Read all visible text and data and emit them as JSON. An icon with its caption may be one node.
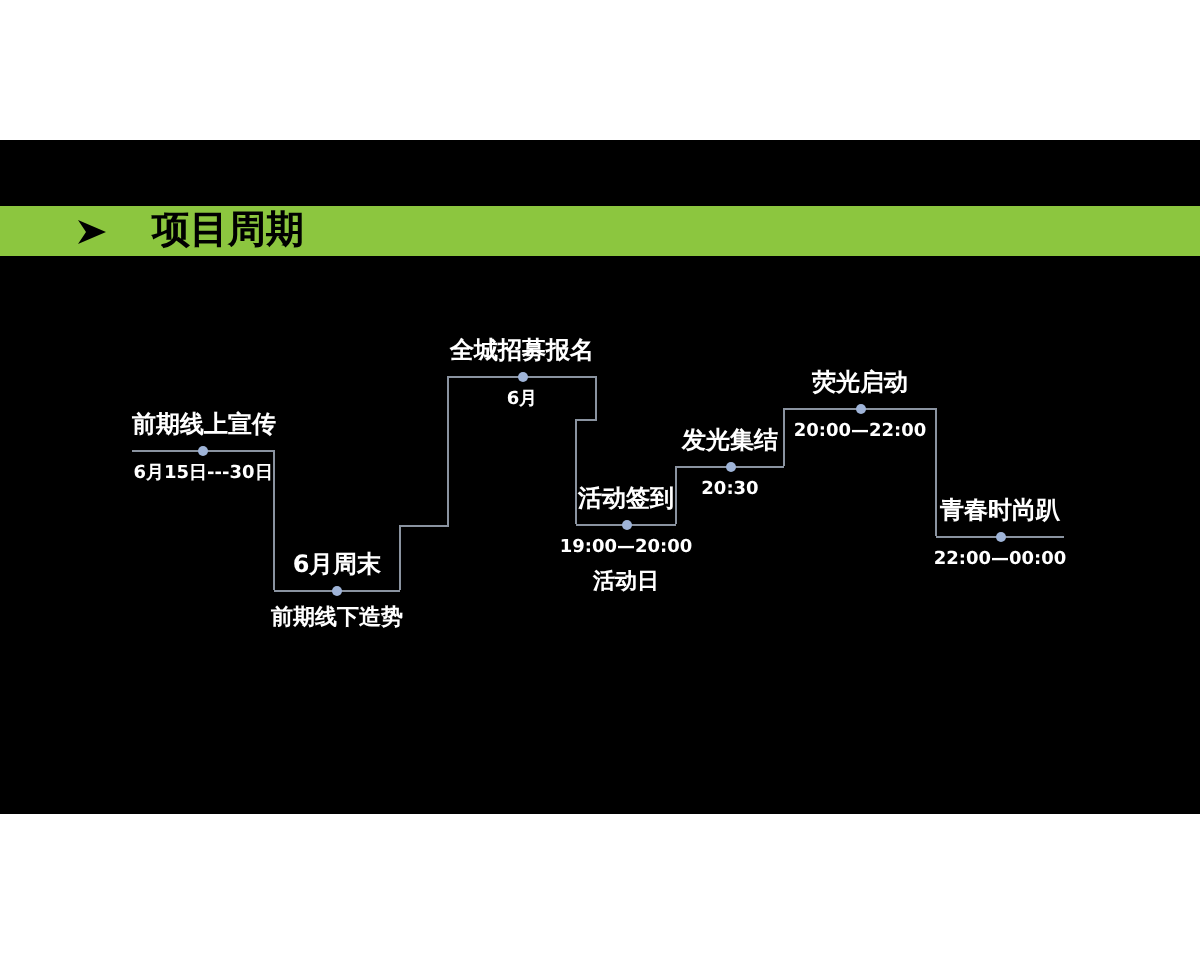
{
  "diagram": {
    "title": "项目周期",
    "nodes": [
      {
        "text": [
          "前期线上宣传"
        ],
        "beside": [
          "6月15日---30日"
        ]
      },
      {
        "text": [
          "6月周末"
        ],
        "beside": [
          "前期线下造势"
        ]
      },
      {
        "text": [
          "全城招募报名"
        ],
        "beside": [
          "6月"
        ]
      },
      {
        "text": [
          "活动签到"
        ],
        "beside": [
          "19:00—20:00",
          "活动日"
        ]
      },
      {
        "text": [
          "发光集结"
        ],
        "beside": [
          "20:30"
        ]
      },
      {
        "text": [
          "荧光启动"
        ],
        "beside": [
          "20:00—22:00"
        ]
      },
      {
        "text": [
          "青春时尚趴"
        ],
        "beside": [
          "22:00—00:00"
        ]
      }
    ],
    "edges": [
      {
        "from": 0,
        "to": 1,
        "arrow": "none"
      },
      {
        "from": 1,
        "to": 2,
        "arrow": "none"
      },
      {
        "from": 2,
        "to": 3,
        "arrow": "none"
      },
      {
        "from": 3,
        "to": 4,
        "arrow": "none"
      },
      {
        "from": 4,
        "to": 5,
        "arrow": "none"
      },
      {
        "from": 5,
        "to": 6,
        "arrow": "none"
      }
    ]
  }
}
